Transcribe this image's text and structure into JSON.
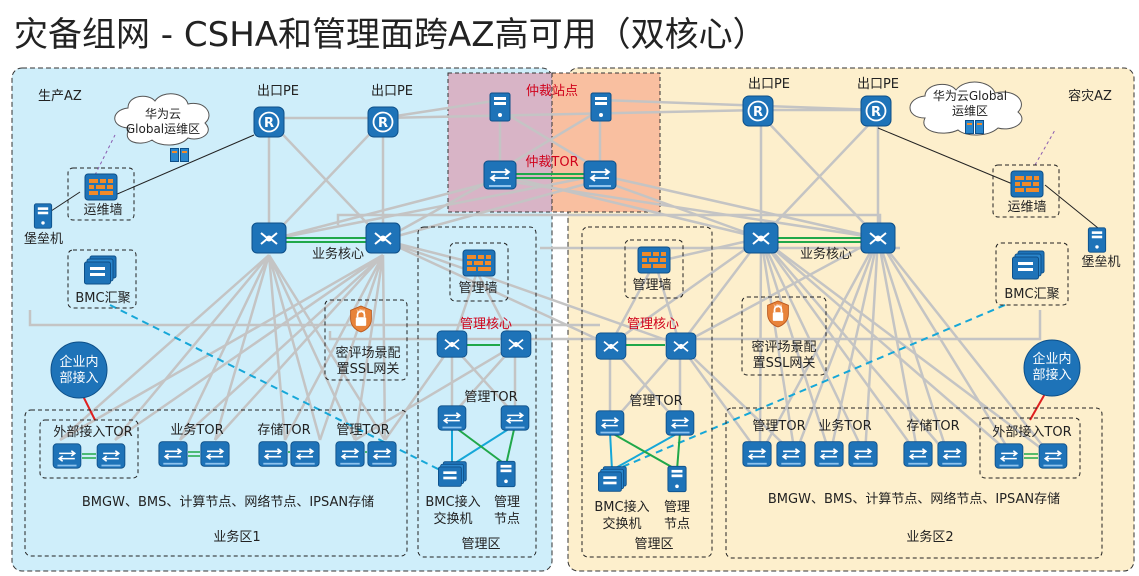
{
  "title": "灾备组网 - CSHA和管理面跨AZ高可用（双核心）",
  "colors": {
    "left_bg": "#cfeefa",
    "right_bg": "#fdefcc",
    "arb_left": "#d8b4c6",
    "arb_right": "#f9bfa0",
    "device": "#1e73b8",
    "link_green": "#20a84a",
    "link_cyan": "#16a7d8",
    "link_red": "#e02020",
    "link_gray": "#c8c8c8",
    "text_red": "#d0021b"
  },
  "left": {
    "zone": "生产AZ",
    "cloud": "华为云\nGlobal运维区",
    "pe1": "出口PE",
    "pe2": "出口PE",
    "ops_fw": "运维墙",
    "bastion": "堡垒机",
    "bmc_agg": "BMC汇聚",
    "biz_core": "业务核心",
    "mgmt_fw": "管理墙",
    "mgmt_core": "管理核心",
    "ssl": "密评场景配\n置SSL网关",
    "enterprise": "企业内\n部接入",
    "mgmt_tor": "管理TOR",
    "ext_tor": "外部接入TOR",
    "biz_tor": "业务TOR",
    "stor_tor": "存储TOR",
    "mgmt_tor2": "管理TOR",
    "nodes": "BMGW、BMS、计算节点、网络节点、IPSAN存储",
    "biz_area": "业务区1",
    "bmc_sw": "BMC接入\n交换机",
    "mgmt_node": "管理\n节点",
    "mgmt_area": "管理区"
  },
  "arb": {
    "site": "仲裁站点",
    "tor": "仲裁TOR"
  },
  "right": {
    "zone": "容灾AZ",
    "cloud": "华为云Global\n运维区",
    "pe1": "出口PE",
    "pe2": "出口PE",
    "ops_fw": "运维墙",
    "bastion": "堡垒机",
    "bmc_agg": "BMC汇聚",
    "biz_core": "业务核心",
    "mgmt_fw": "管理墙",
    "mgmt_core": "管理核心",
    "ssl": "密评场景配\n置SSL网关",
    "enterprise": "企业内\n部接入",
    "mgmt_tor": "管理TOR",
    "ext_tor": "外部接入TOR",
    "biz_tor": "业务TOR",
    "stor_tor": "存储TOR",
    "mgmt_tor2": "管理TOR",
    "nodes": "BMGW、BMS、计算节点、网络节点、IPSAN存储",
    "biz_area": "业务区2",
    "bmc_sw": "BMC接入\n交换机",
    "mgmt_node": "管理\n节点",
    "mgmt_area": "管理区"
  }
}
